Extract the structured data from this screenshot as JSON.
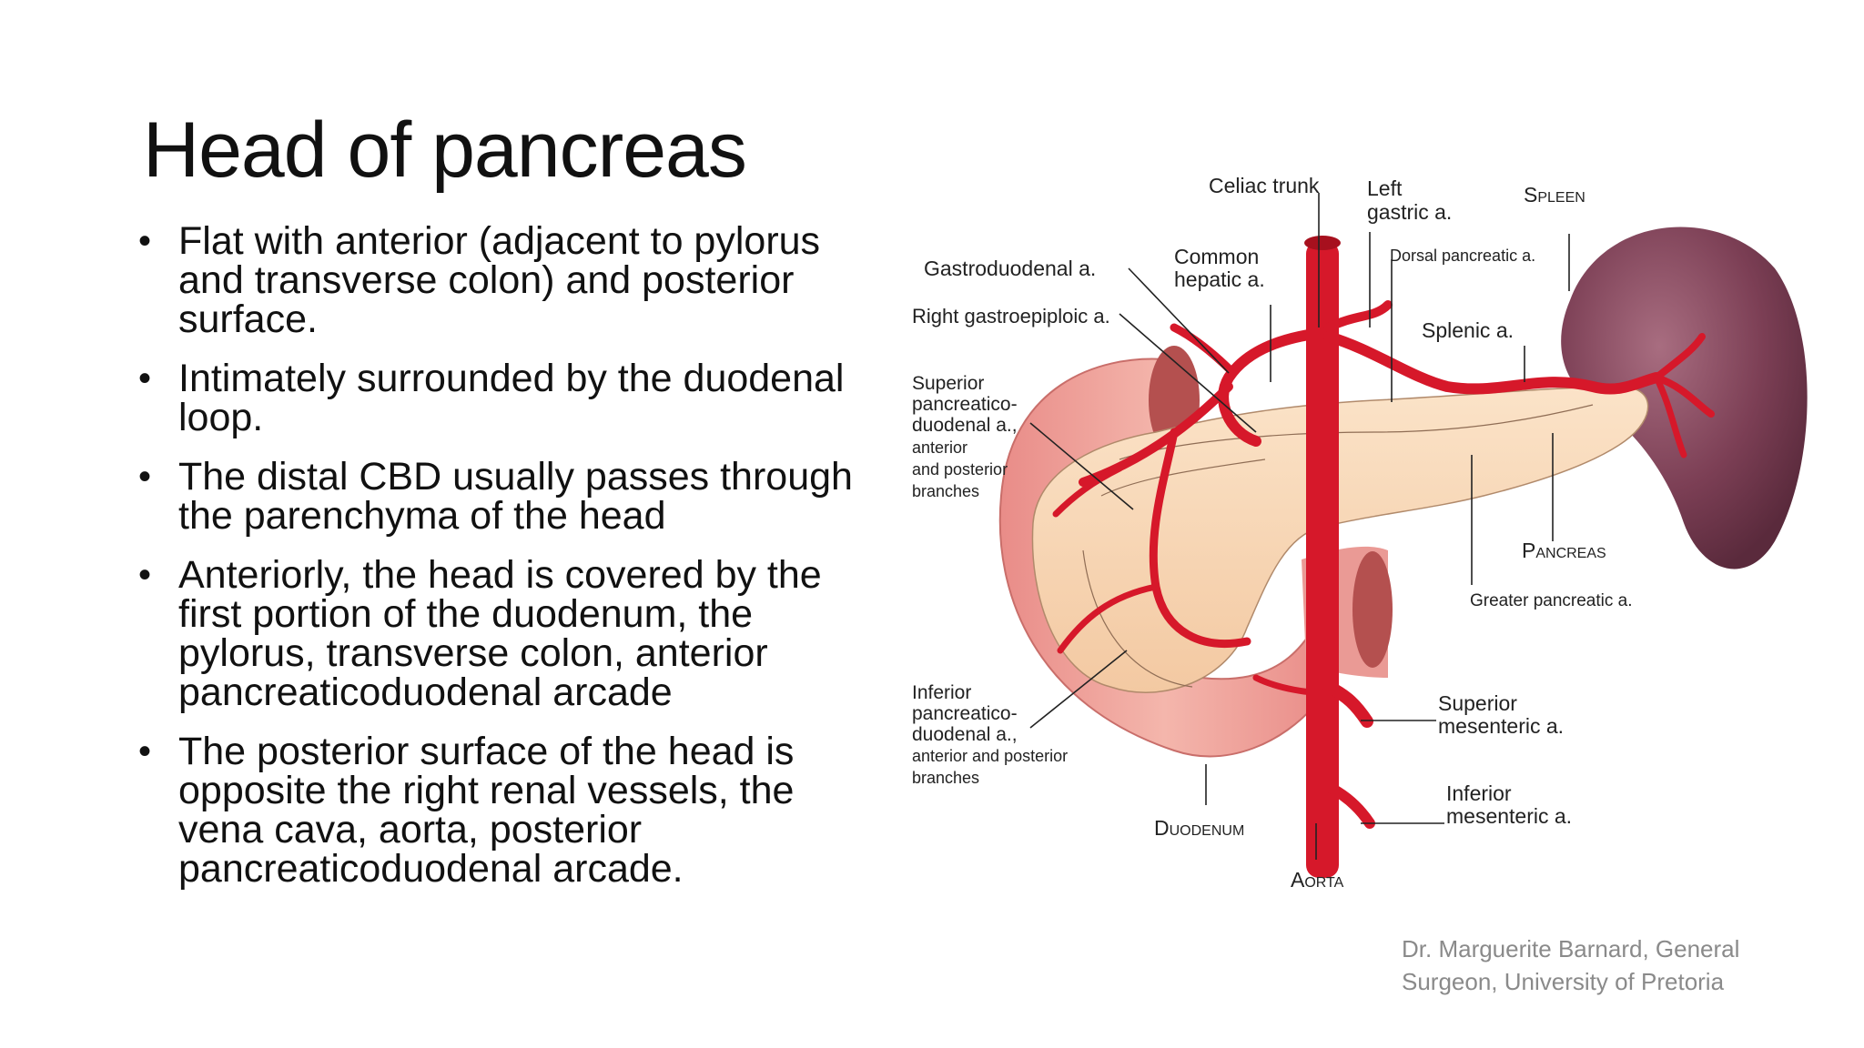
{
  "slide": {
    "title": "Head of pancreas",
    "bullets": [
      "Flat with anterior (adjacent to pylorus and transverse colon) and posterior surface.",
      "Intimately surrounded by the duodenal loop.",
      "The distal CBD usually passes through the parenchyma of the head",
      "Anteriorly, the head is covered by the first portion of the duodenum, the pylorus, transverse colon, anterior pancreaticoduodenal arcade",
      "The posterior surface of the head is opposite the right renal vessels, the vena cava, aorta, posterior pancreaticoduodenal arcade."
    ],
    "credit": "Dr. Marguerite Barnard, General Surgeon, University of Pretoria"
  },
  "diagram": {
    "labels": {
      "celiac_trunk": "Celiac trunk",
      "left_gastric_1": "Left",
      "left_gastric_2": "gastric a.",
      "spleen": "Spleen",
      "gastroduodenal": "Gastroduodenal a.",
      "common_hepatic_1": "Common",
      "common_hepatic_2": "hepatic a.",
      "dorsal_pancreatic": "Dorsal pancreatic a.",
      "right_gastroepiploic": "Right gastroepiploic a.",
      "splenic": "Splenic a.",
      "sup_pd_1": "Superior",
      "sup_pd_2": "pancreatico-",
      "sup_pd_3": "duodenal a.,",
      "sup_pd_4": "anterior",
      "sup_pd_5": "and posterior",
      "sup_pd_6": "branches",
      "pancreas": "Pancreas",
      "greater_pancreatic": "Greater pancreatic a.",
      "inf_pd_1": "Inferior",
      "inf_pd_2": "pancreatico-",
      "inf_pd_3": "duodenal a.,",
      "inf_pd_4": "anterior and posterior",
      "inf_pd_5": "branches",
      "sup_mesenteric_1": "Superior",
      "sup_mesenteric_2": "mesenteric a.",
      "inf_mesenteric_1": "Inferior",
      "inf_mesenteric_2": "mesenteric a.",
      "duodenum": "Duodenum",
      "aorta": "Aorta"
    }
  }
}
